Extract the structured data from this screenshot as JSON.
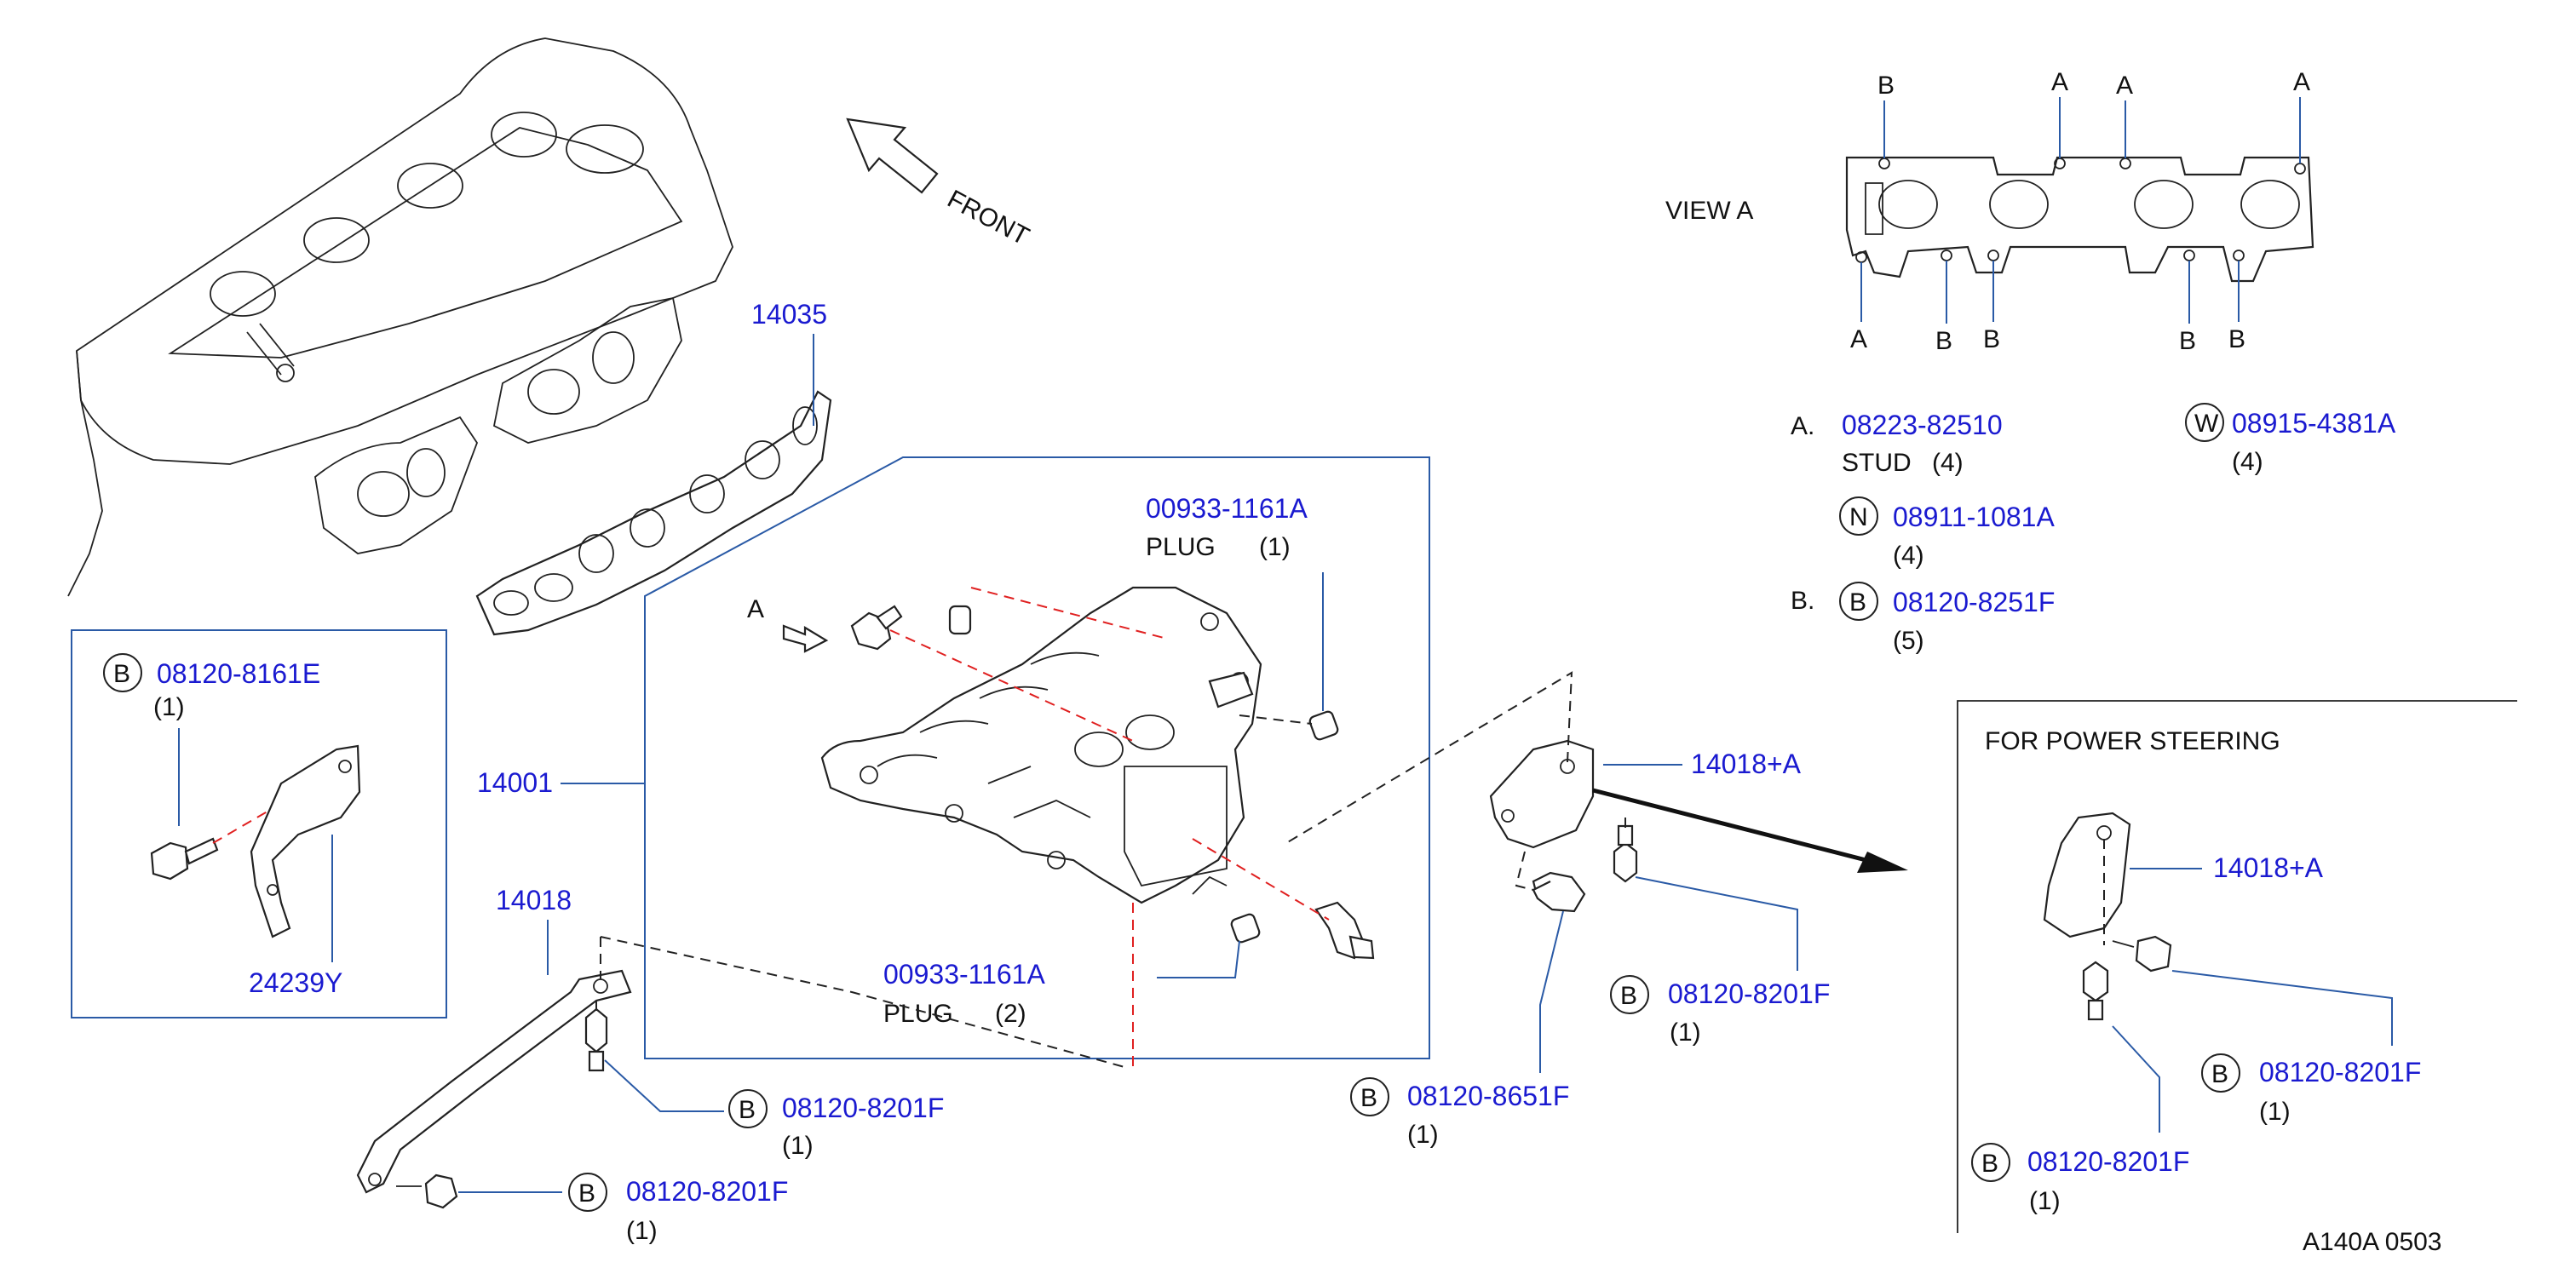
{
  "diagram": {
    "view_label": "VIEW  A",
    "front_label": "FRONT",
    "drawing_code": "A140A  0503",
    "view_a_letters": {
      "top": [
        "B",
        "A",
        "A",
        "A"
      ],
      "bottom": [
        "A",
        "B",
        "B",
        "B",
        "B"
      ]
    },
    "legend": {
      "a_prefix": "A.",
      "a_part": "08223-82510",
      "a_desc": "STUD",
      "a_qty": "(4)",
      "w_mark": "W",
      "w_part": "08915-4381A",
      "w_qty": "(4)",
      "n_mark": "N",
      "n_part": "08911-1081A",
      "n_qty": "(4)",
      "b_prefix": "B.",
      "b_mark": "B",
      "b_part": "08120-8251F",
      "b_qty": "(5)"
    },
    "left_inset": {
      "mark": "B",
      "bolt_part": "08120-8161E",
      "bolt_qty": "(1)",
      "bracket_part": "24239Y"
    },
    "gasket_part": "14035",
    "manifold_part": "14001",
    "view_arrow_letter": "A",
    "plug_top": {
      "part": "00933-1161A",
      "desc": "PLUG",
      "qty": "(1)"
    },
    "plug_bottom": {
      "part": "00933-1161A",
      "desc": "PLUG",
      "qty": "(2)"
    },
    "stay": {
      "part": "14018",
      "mark": "B",
      "bolt1_part": "08120-8201F",
      "bolt1_qty": "(1)",
      "bolt2_part": "08120-8201F",
      "bolt2_qty": "(1)"
    },
    "bracket": {
      "part": "14018+A",
      "mark": "B",
      "bolt1_part": "08120-8201F",
      "bolt1_qty": "(1)",
      "bolt2_part": "08120-8651F",
      "bolt2_qty": "(1)"
    },
    "power_steering": {
      "title": "FOR  POWER  STEERING",
      "part": "14018+A",
      "mark": "B",
      "bolt1_part": "08120-8201F",
      "bolt1_qty": "(1)",
      "bolt2_part": "08120-8201F",
      "bolt2_qty": "(1)"
    }
  }
}
